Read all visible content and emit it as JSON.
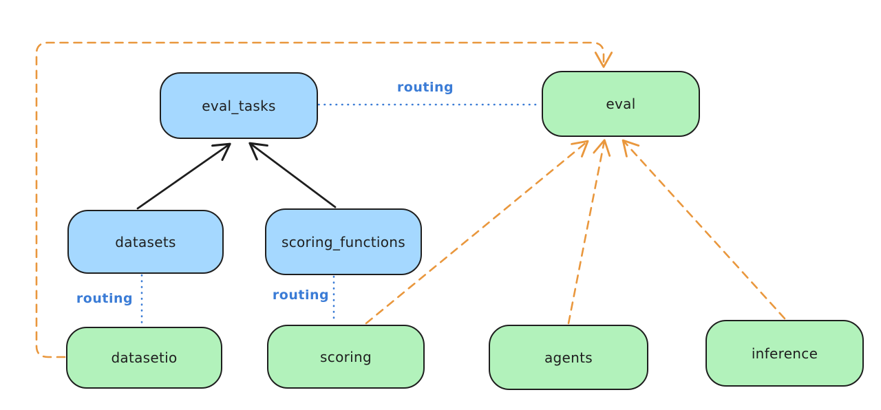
{
  "colors": {
    "background": "#ffffff",
    "node-stroke": "#1e1e1e",
    "node-blue-fill": "#a5d8ff",
    "node-green-fill": "#b2f2bb",
    "label-text": "#1e1e1e",
    "edge-black": "#1e1e1e",
    "edge-orange": "#e9973d",
    "edge-blue": "#3b7cd6"
  },
  "nodes": [
    {
      "id": "eval_tasks",
      "label": "eval_tasks",
      "color": "blue"
    },
    {
      "id": "eval",
      "label": "eval",
      "color": "green"
    },
    {
      "id": "datasets",
      "label": "datasets",
      "color": "blue"
    },
    {
      "id": "scoring_functions",
      "label": "scoring_functions",
      "color": "blue"
    },
    {
      "id": "datasetio",
      "label": "datasetio",
      "color": "green"
    },
    {
      "id": "scoring",
      "label": "scoring",
      "color": "green"
    },
    {
      "id": "agents",
      "label": "agents",
      "color": "green"
    },
    {
      "id": "inference",
      "label": "inference",
      "color": "green"
    }
  ],
  "edge_labels": [
    {
      "id": "routing-eval-tasks-eval",
      "text": "routing"
    },
    {
      "id": "routing-datasets-datasetio",
      "text": "routing"
    },
    {
      "id": "routing-scoring-functions-scoring",
      "text": "routing"
    }
  ],
  "edges": [
    {
      "from": "datasets",
      "to": "eval_tasks",
      "style": "solid-black-arrow"
    },
    {
      "from": "scoring_functions",
      "to": "eval_tasks",
      "style": "solid-black-arrow"
    },
    {
      "from": "eval_tasks",
      "to": "eval",
      "style": "dotted-blue",
      "label": "routing"
    },
    {
      "from": "datasets",
      "to": "datasetio",
      "style": "dotted-blue",
      "label": "routing"
    },
    {
      "from": "scoring_functions",
      "to": "scoring",
      "style": "dotted-blue",
      "label": "routing"
    },
    {
      "from": "datasetio",
      "to": "eval",
      "style": "dashed-orange-arrow"
    },
    {
      "from": "scoring",
      "to": "eval",
      "style": "dashed-orange-arrow"
    },
    {
      "from": "agents",
      "to": "eval",
      "style": "dashed-orange-arrow"
    },
    {
      "from": "inference",
      "to": "eval",
      "style": "dashed-orange-arrow"
    }
  ]
}
